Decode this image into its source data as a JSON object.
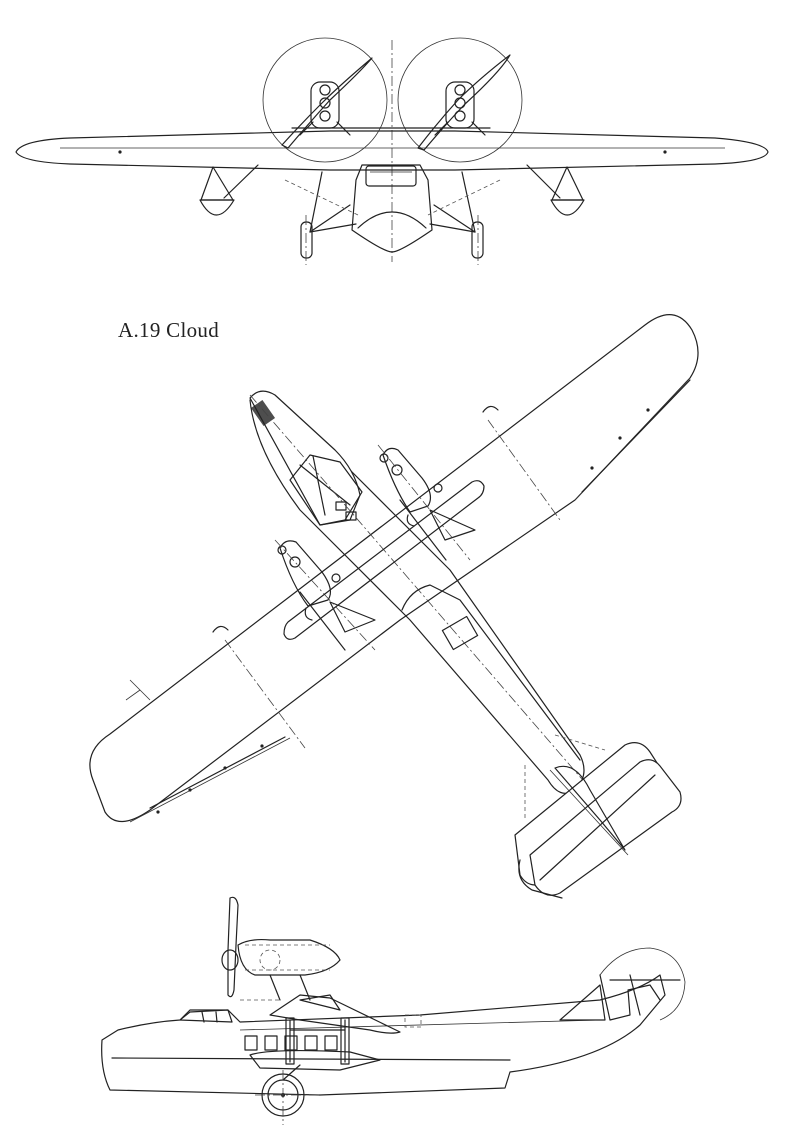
{
  "caption": "A.19 Cloud",
  "views": [
    "front-view",
    "plan-view",
    "side-view"
  ]
}
